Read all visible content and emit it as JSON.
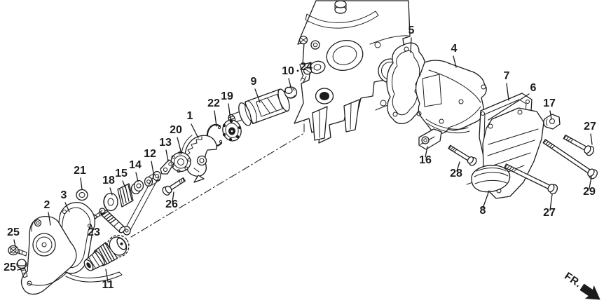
{
  "page": {
    "background": "#ffffff",
    "ink_color": "#1c1c1c"
  },
  "diagram": {
    "fr_indicator": "FR.",
    "part_labels": [
      "1",
      "2",
      "3",
      "4",
      "5",
      "6",
      "7",
      "8",
      "9",
      "10",
      "11",
      "12",
      "13",
      "14",
      "15",
      "16",
      "17",
      "18",
      "19",
      "20",
      "21",
      "22",
      "23",
      "24",
      "25",
      "25",
      "26",
      "27",
      "27",
      "28",
      "29"
    ]
  }
}
